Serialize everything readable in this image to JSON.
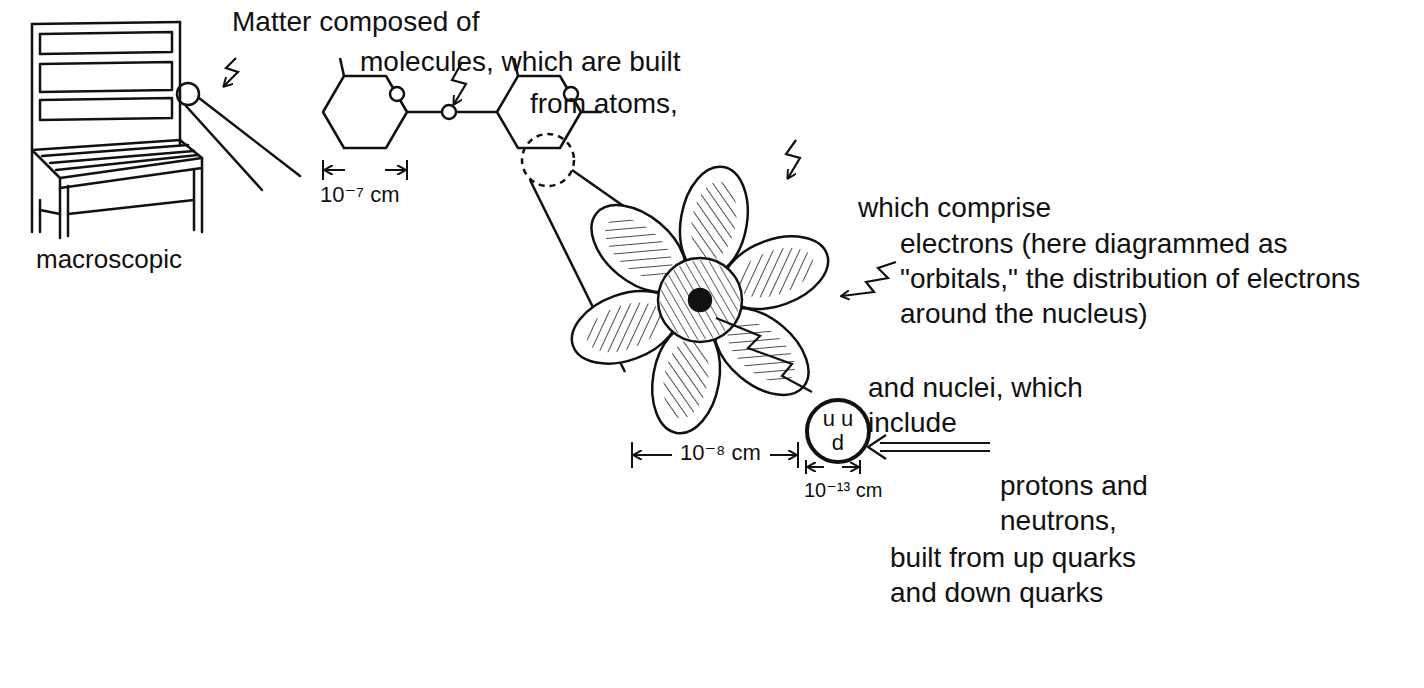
{
  "diagram": {
    "nodes": [
      {
        "text": [
          "u u d"
        ]
      }
    ],
    "labels": [
      "Matter composed of",
      "molecules, which are built",
      "from atoms,",
      "macroscopic",
      "10⁻⁷ cm",
      "which comprise",
      "electrons (here diagrammed as \"orbitals,\" the distribution of electrons around the nucleus)",
      "10⁻⁸ cm",
      "and nuclei, which include",
      "protons and neutrons,",
      "10⁻¹³ cm",
      "built from up quarks and down quarks"
    ]
  }
}
